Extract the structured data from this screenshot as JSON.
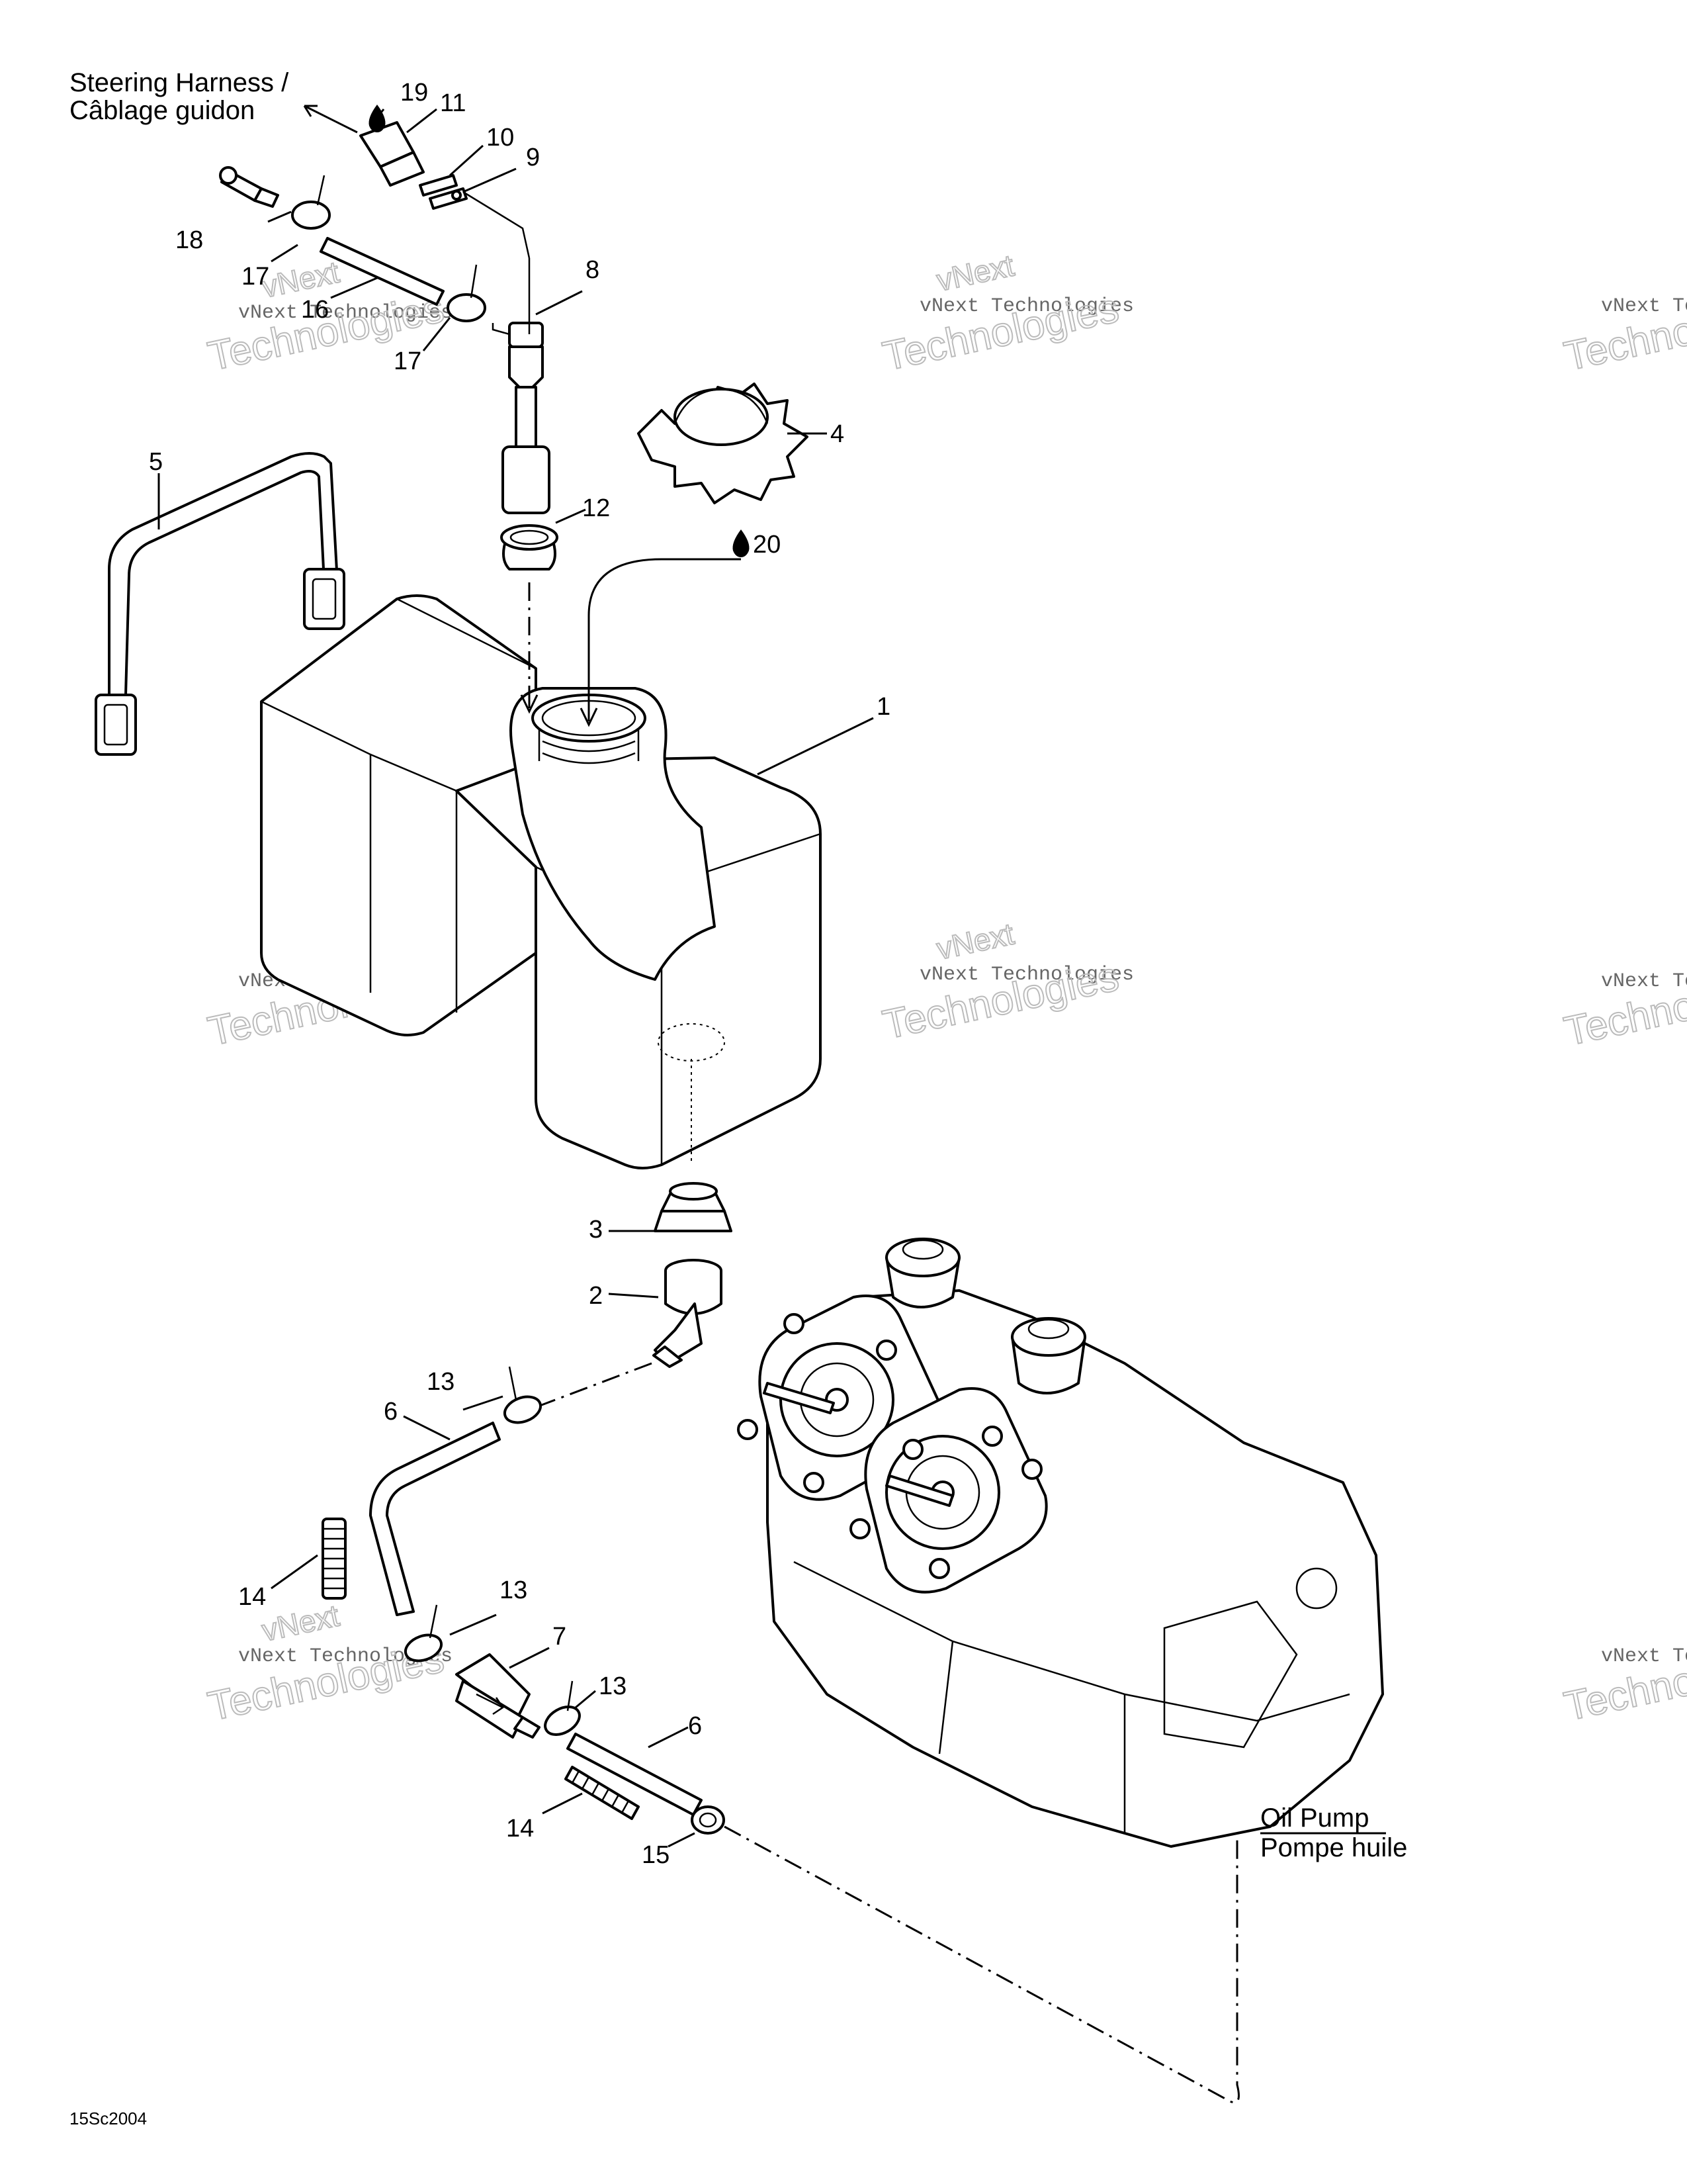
{
  "title_block": {
    "steering_harness_en": "Steering Harness /",
    "steering_harness_fr": "Câblage guidon",
    "oil_pump_en": "Oil Pump",
    "oil_pump_fr": "Pompe huile",
    "figure_code": "15Sc2004"
  },
  "callouts": [
    {
      "id": "c1",
      "text": "1"
    },
    {
      "id": "c2",
      "text": "2"
    },
    {
      "id": "c3",
      "text": "3"
    },
    {
      "id": "c4",
      "text": "4"
    },
    {
      "id": "c5",
      "text": "5"
    },
    {
      "id": "c6a",
      "text": "6"
    },
    {
      "id": "c6b",
      "text": "6"
    },
    {
      "id": "c7",
      "text": "7"
    },
    {
      "id": "c8",
      "text": "8"
    },
    {
      "id": "c9",
      "text": "9"
    },
    {
      "id": "c10",
      "text": "10"
    },
    {
      "id": "c11",
      "text": "11"
    },
    {
      "id": "c12",
      "text": "12"
    },
    {
      "id": "c13a",
      "text": "13"
    },
    {
      "id": "c13b",
      "text": "13"
    },
    {
      "id": "c13c",
      "text": "13"
    },
    {
      "id": "c14a",
      "text": "14"
    },
    {
      "id": "c14b",
      "text": "14"
    },
    {
      "id": "c15",
      "text": "15"
    },
    {
      "id": "c16",
      "text": "16"
    },
    {
      "id": "c17a",
      "text": "17"
    },
    {
      "id": "c17b",
      "text": "17"
    },
    {
      "id": "c18",
      "text": "18"
    },
    {
      "id": "c19",
      "text": "19"
    },
    {
      "id": "c20",
      "text": "20"
    }
  ],
  "watermark": {
    "line1": "vNext Technologies",
    "line2": "Technologies",
    "line3": "vNext"
  },
  "icons": {
    "lubricant_drop": "oil-drop-icon"
  }
}
